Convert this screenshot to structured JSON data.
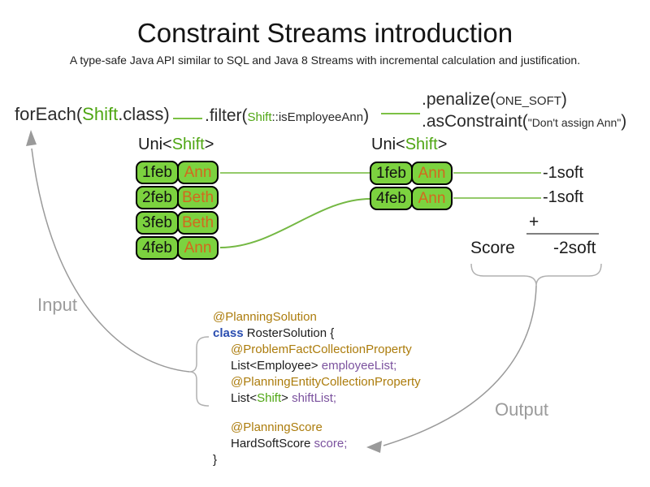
{
  "title": "Constraint Streams introduction",
  "subtitle": "A type-safe Java API similar to SQL and Java 8 Streams with incremental calculation and justification.",
  "pipeline": {
    "foreach_pre": "forEach(",
    "foreach_type": "Shift",
    "foreach_post": ".class)",
    "filter_pre": ".filter(",
    "filter_arg_type": "Shift",
    "filter_arg_rest": "::isEmployeeAnn",
    "filter_post": ")",
    "penalize_pre": ".penalize(",
    "penalize_arg": "ONE_SOFT",
    "penalize_post": ")",
    "asconstraint_pre": ".asConstraint(",
    "asconstraint_arg": "\"Don't assign Ann\"",
    "asconstraint_post": ")"
  },
  "left_stream": {
    "label_pre": "Uni<",
    "label_type": "Shift",
    "label_post": ">",
    "rows": [
      {
        "date": "1feb",
        "name": "Ann"
      },
      {
        "date": "2feb",
        "name": "Beth"
      },
      {
        "date": "3feb",
        "name": "Beth"
      },
      {
        "date": "4feb",
        "name": "Ann"
      }
    ]
  },
  "right_stream": {
    "label_pre": "Uni<",
    "label_type": "Shift",
    "label_post": ">",
    "rows": [
      {
        "date": "1feb",
        "name": "Ann"
      },
      {
        "date": "4feb",
        "name": "Ann"
      }
    ]
  },
  "scores": {
    "penalties": [
      "-1soft",
      "-1soft"
    ],
    "plus": "+",
    "score_label": "Score",
    "total": "-2soft"
  },
  "labels": {
    "input": "Input",
    "output": "Output"
  },
  "code": {
    "annotation_planning_solution": "@PlanningSolution",
    "class_keyword": "class",
    "class_rest": " RosterSolution {",
    "annotation_problem_fact": "@ProblemFactCollectionProperty",
    "list_employee": "List<Employee> ",
    "employee_field": "employeeList;",
    "annotation_planning_entity": "@PlanningEntityCollectionProperty",
    "list_shift_pre": "List<",
    "list_shift_type": "Shift",
    "list_shift_post": "> ",
    "shift_field": "shiftList;",
    "annotation_planning_score": "@PlanningScore",
    "hardsoftscore": "HardSoftScore ",
    "score_field": "score;",
    "close_brace": "}"
  },
  "colors": {
    "green_text": "#4fa613",
    "green_cell_fill": "#7cd23f",
    "green_connector": "#8cc561",
    "orange_employee": "#d2691e",
    "annotation_gold": "#ac7c0c",
    "field_purple": "#7b529e",
    "keyword_blue": "#2a4db0",
    "gray_label": "#9b9b9b",
    "gray_arrow": "#9a9a9a"
  }
}
